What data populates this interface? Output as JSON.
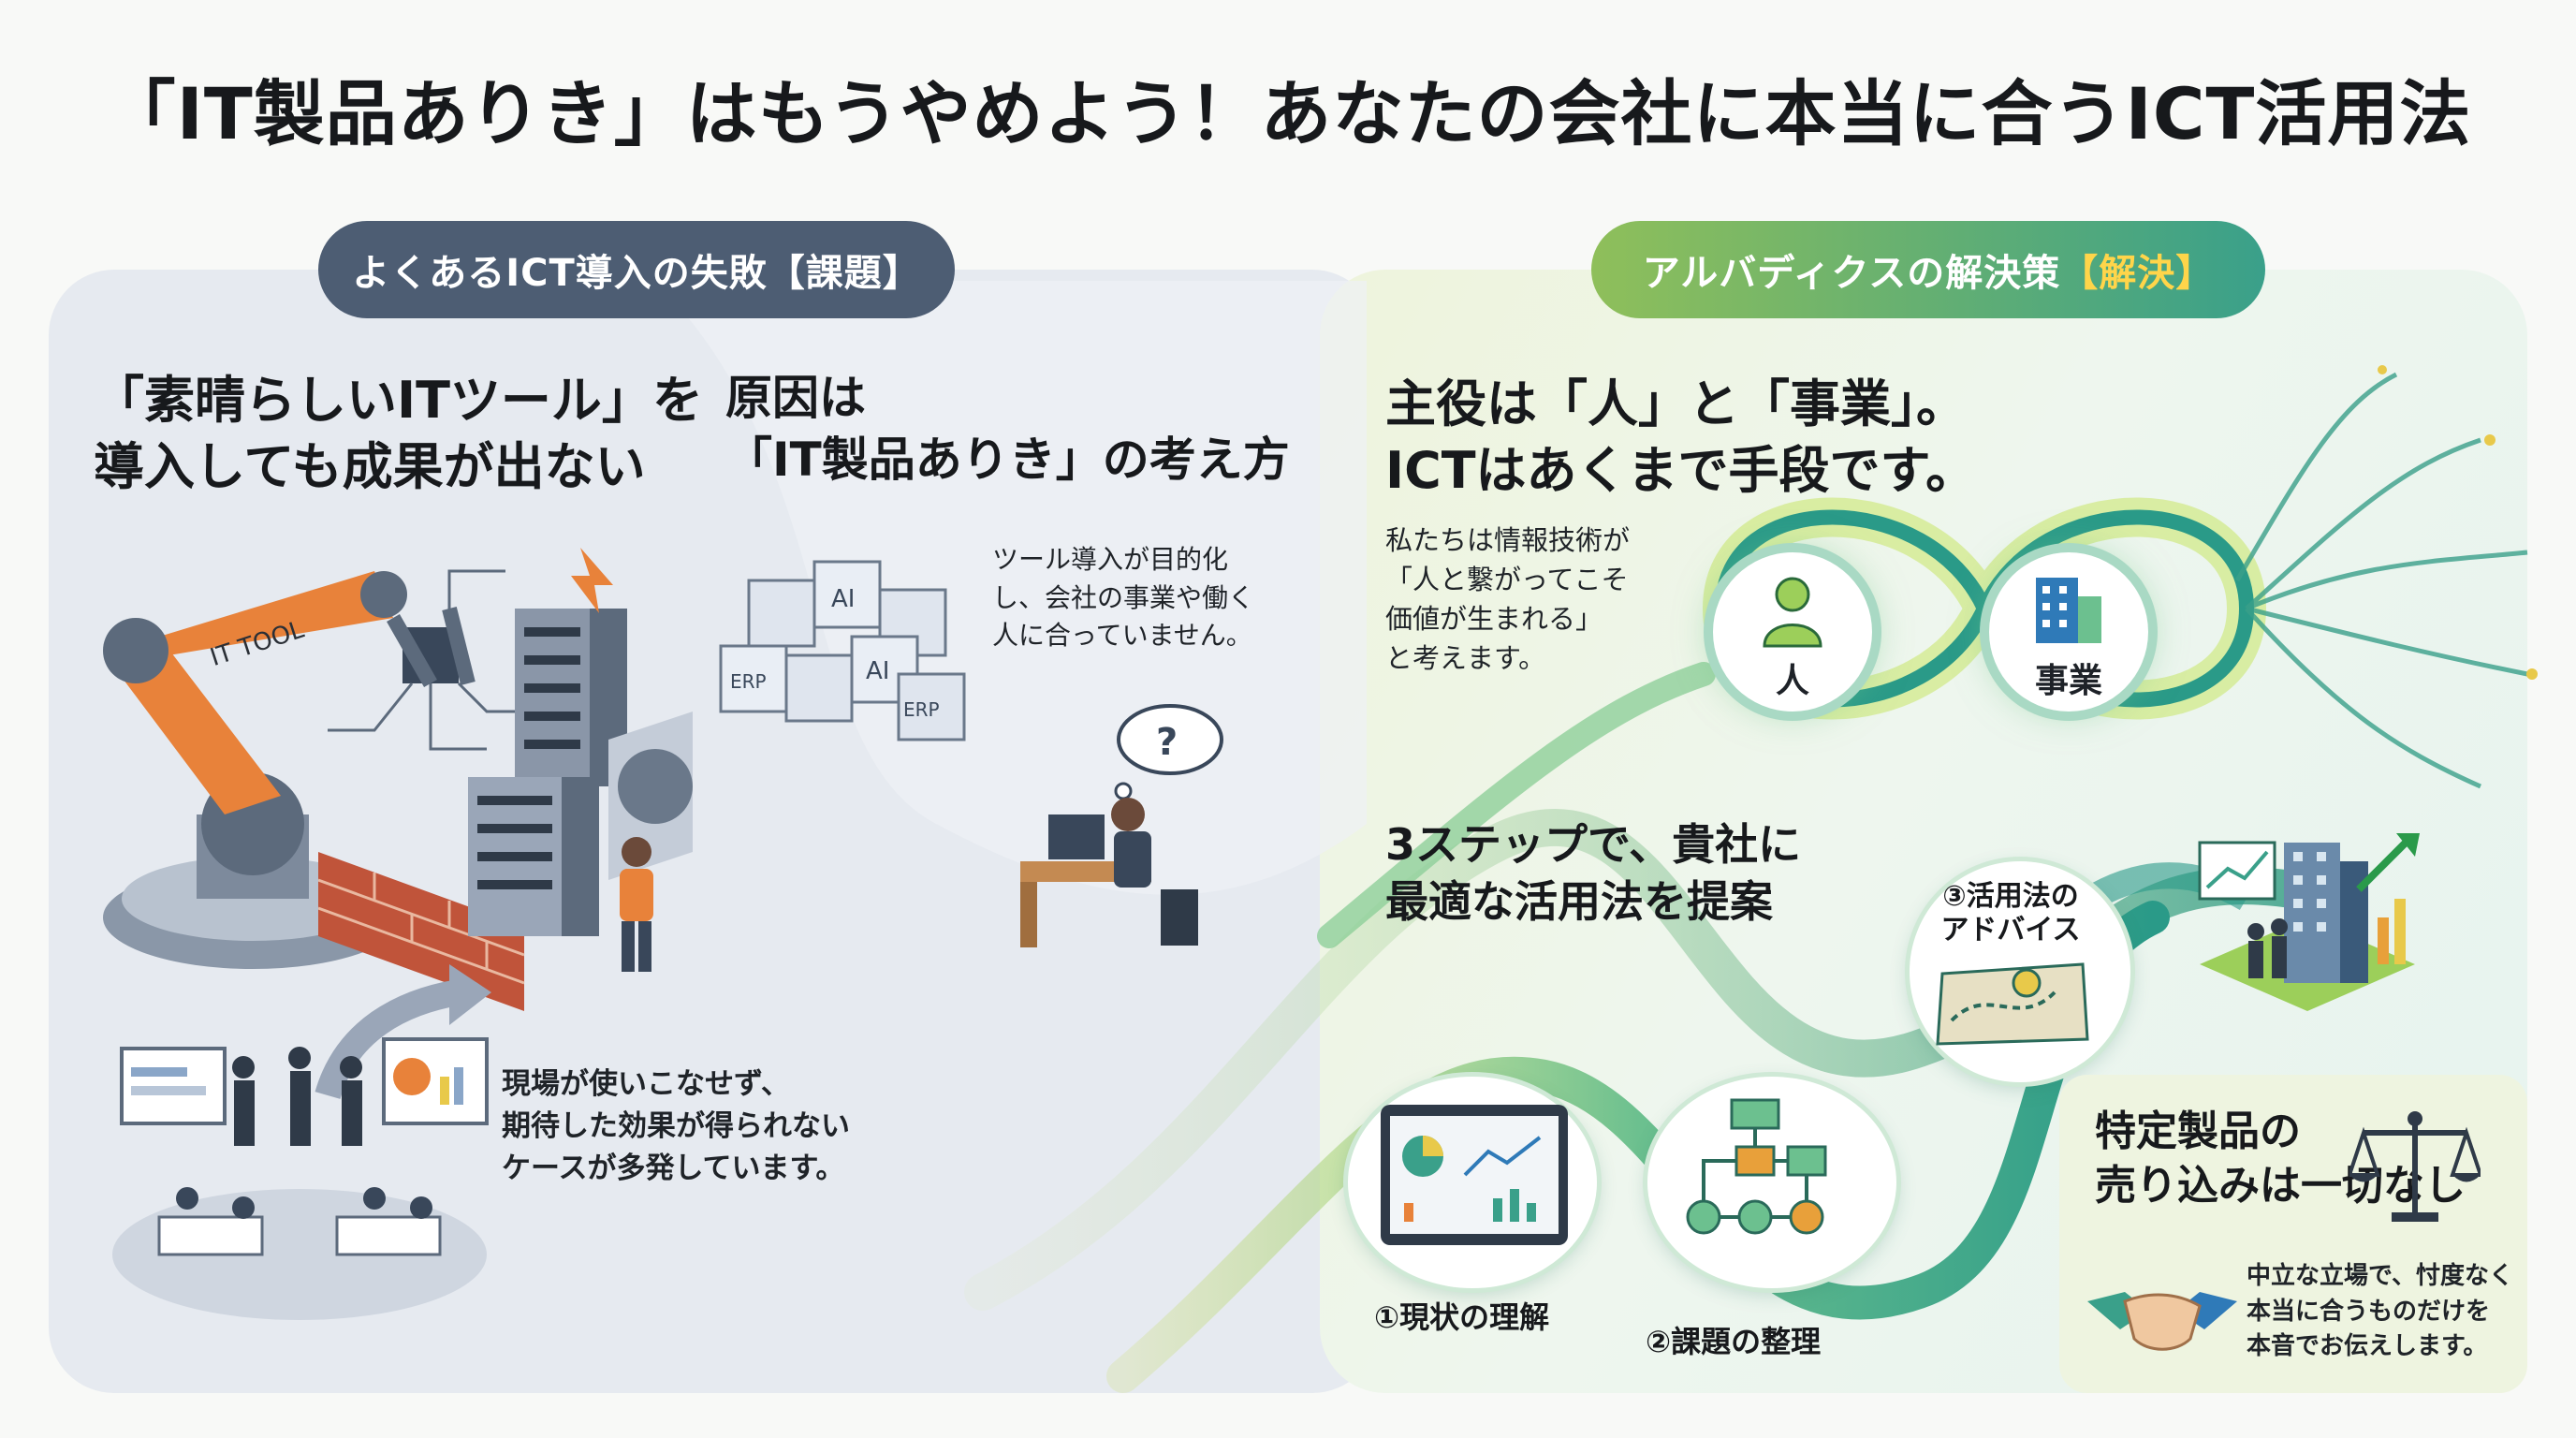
{
  "title": "「IT製品ありき」はもうやめよう！あなたの会社に本当に合うICT活用法",
  "left_section": {
    "pill": "よくあるICT導入の失敗【課題】",
    "problem_heading": "「素晴らしいITツール」を\n導入しても成果が出ない",
    "cause_heading": "原因は\n「IT製品ありき」の考え方",
    "cause_text": "ツール導入が目的化\nし、会社の事業や働く\n人に合っていません。",
    "field_text": "現場が使いこなせず、\n期待した効果が得られない\nケースが多発しています。",
    "robot_label": "IT TOOL",
    "cube_labels": [
      "AI",
      "ERP",
      "AI",
      "ERP"
    ],
    "question_mark": "?"
  },
  "right_section": {
    "pill_main": "アルバディクスの解決策",
    "pill_accent": "【解決】",
    "main_heading": "主役は「人」と「事業」。\nICTはあくまで手段です。",
    "philosophy_text": "私たちは情報技術が\n「人と繋がってこそ\n価値が生まれる」\nと考えます。",
    "node_person": "人",
    "node_business": "事業",
    "steps_heading": "3ステップで、貴社に\n最適な活用法を提案",
    "step1": "①現状の理解",
    "step2": "②課題の整理",
    "step3": "③活用法の\nアドバイス",
    "no_sales_heading": "特定製品の\n売り込みは一切なし",
    "no_sales_text": "中立な立場で、忖度なく\n本当に合うものだけを\n本音でお伝えします。"
  },
  "colors": {
    "left_pill": "#4d5d73",
    "right_pill_start": "#8fbf5a",
    "right_pill_end": "#3aa08a",
    "accent_yellow": "#ffd54a",
    "ribbon_green": "#3aa08a",
    "ribbon_lime": "#c9dc5a"
  },
  "icons": [
    "robot-arm-icon",
    "server-rack-icon",
    "brick-wall-icon",
    "cube-stack-icon",
    "thinking-worker-icon",
    "person-icon",
    "building-icon",
    "dashboard-icon",
    "flowchart-icon",
    "map-pin-icon",
    "city-growth-icon",
    "scales-icon",
    "handshake-icon"
  ]
}
